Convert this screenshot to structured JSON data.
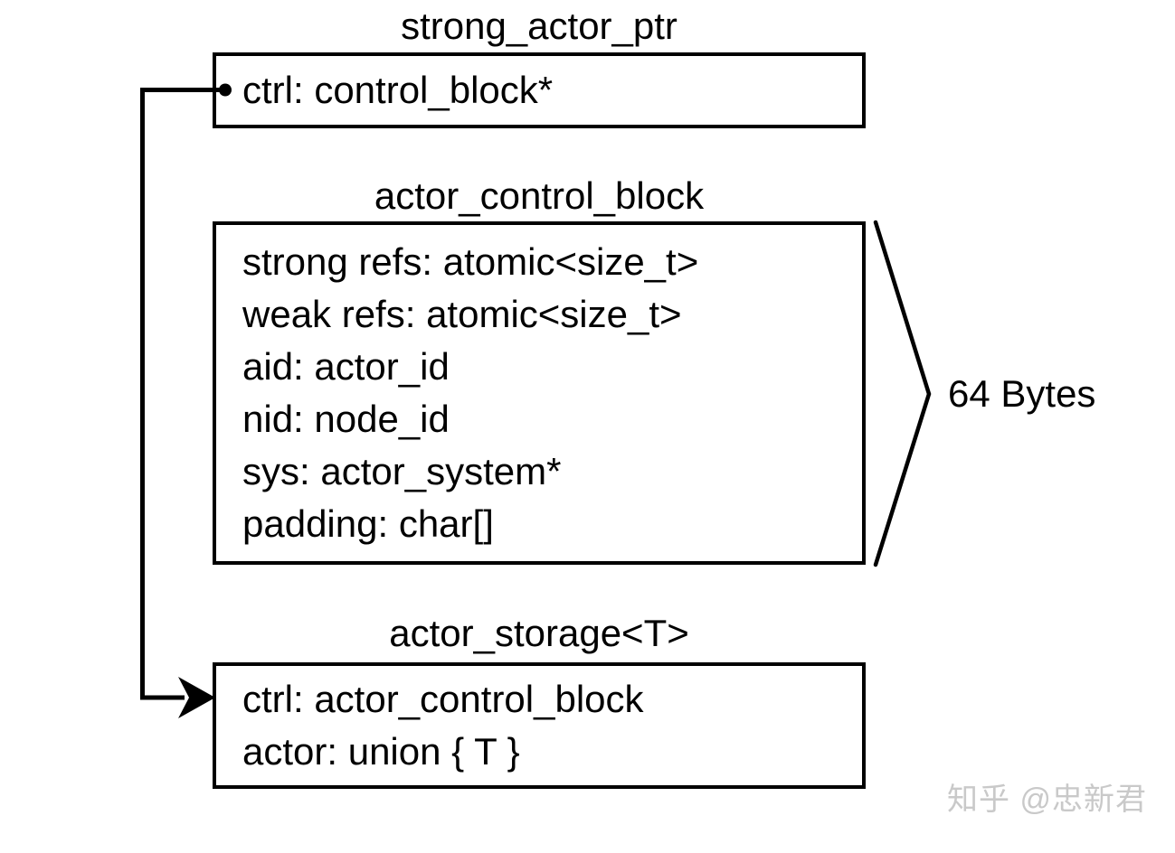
{
  "diagram": {
    "nodes": [
      {
        "title": "strong_actor_ptr",
        "fields": [
          "ctrl: control_block*"
        ]
      },
      {
        "title": "actor_control_block",
        "fields": [
          "strong refs: atomic<size_t>",
          "weak refs: atomic<size_t>",
          "aid: actor_id",
          "nid: node_id",
          "sys: actor_system*",
          "padding: char[]"
        ]
      },
      {
        "title": "actor_storage<T>",
        "fields": [
          "ctrl: actor_control_block",
          "actor: union { T }"
        ]
      }
    ],
    "connector": {
      "from": "ctrl: control_block*",
      "to": "actor_storage<T>"
    },
    "size_annotation": {
      "label": "64 Bytes",
      "applies_to": "actor_control_block"
    },
    "watermark": "知乎 @忠新君",
    "colors": {
      "stroke": "#000000",
      "background": "#ffffff",
      "text": "#000000",
      "watermark": "#c9c9c9"
    }
  }
}
